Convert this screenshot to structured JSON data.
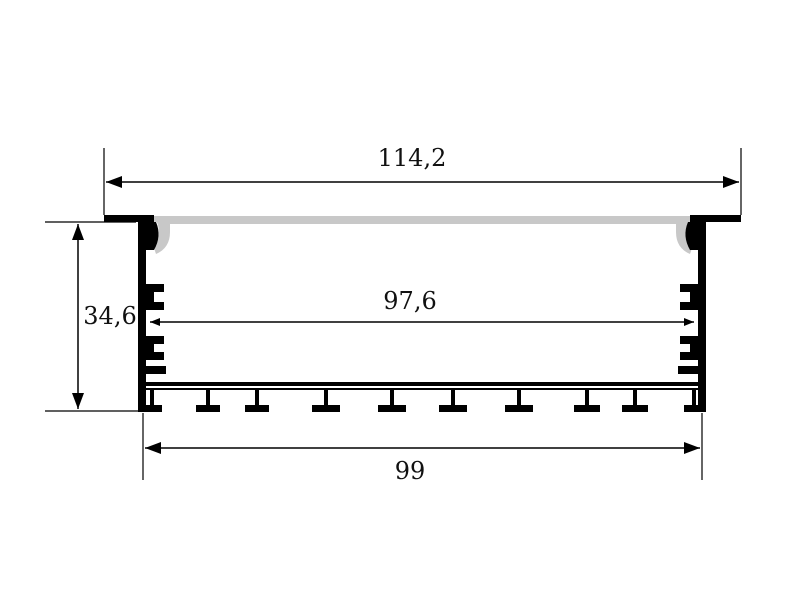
{
  "dimensions": {
    "overall_width": "114,2",
    "inner_width": "97,6",
    "height": "34,6",
    "base_width": "99"
  },
  "colors": {
    "profile": "#000000",
    "diffuser": "#c8c8c8",
    "line": "#000000",
    "background": "#ffffff"
  }
}
